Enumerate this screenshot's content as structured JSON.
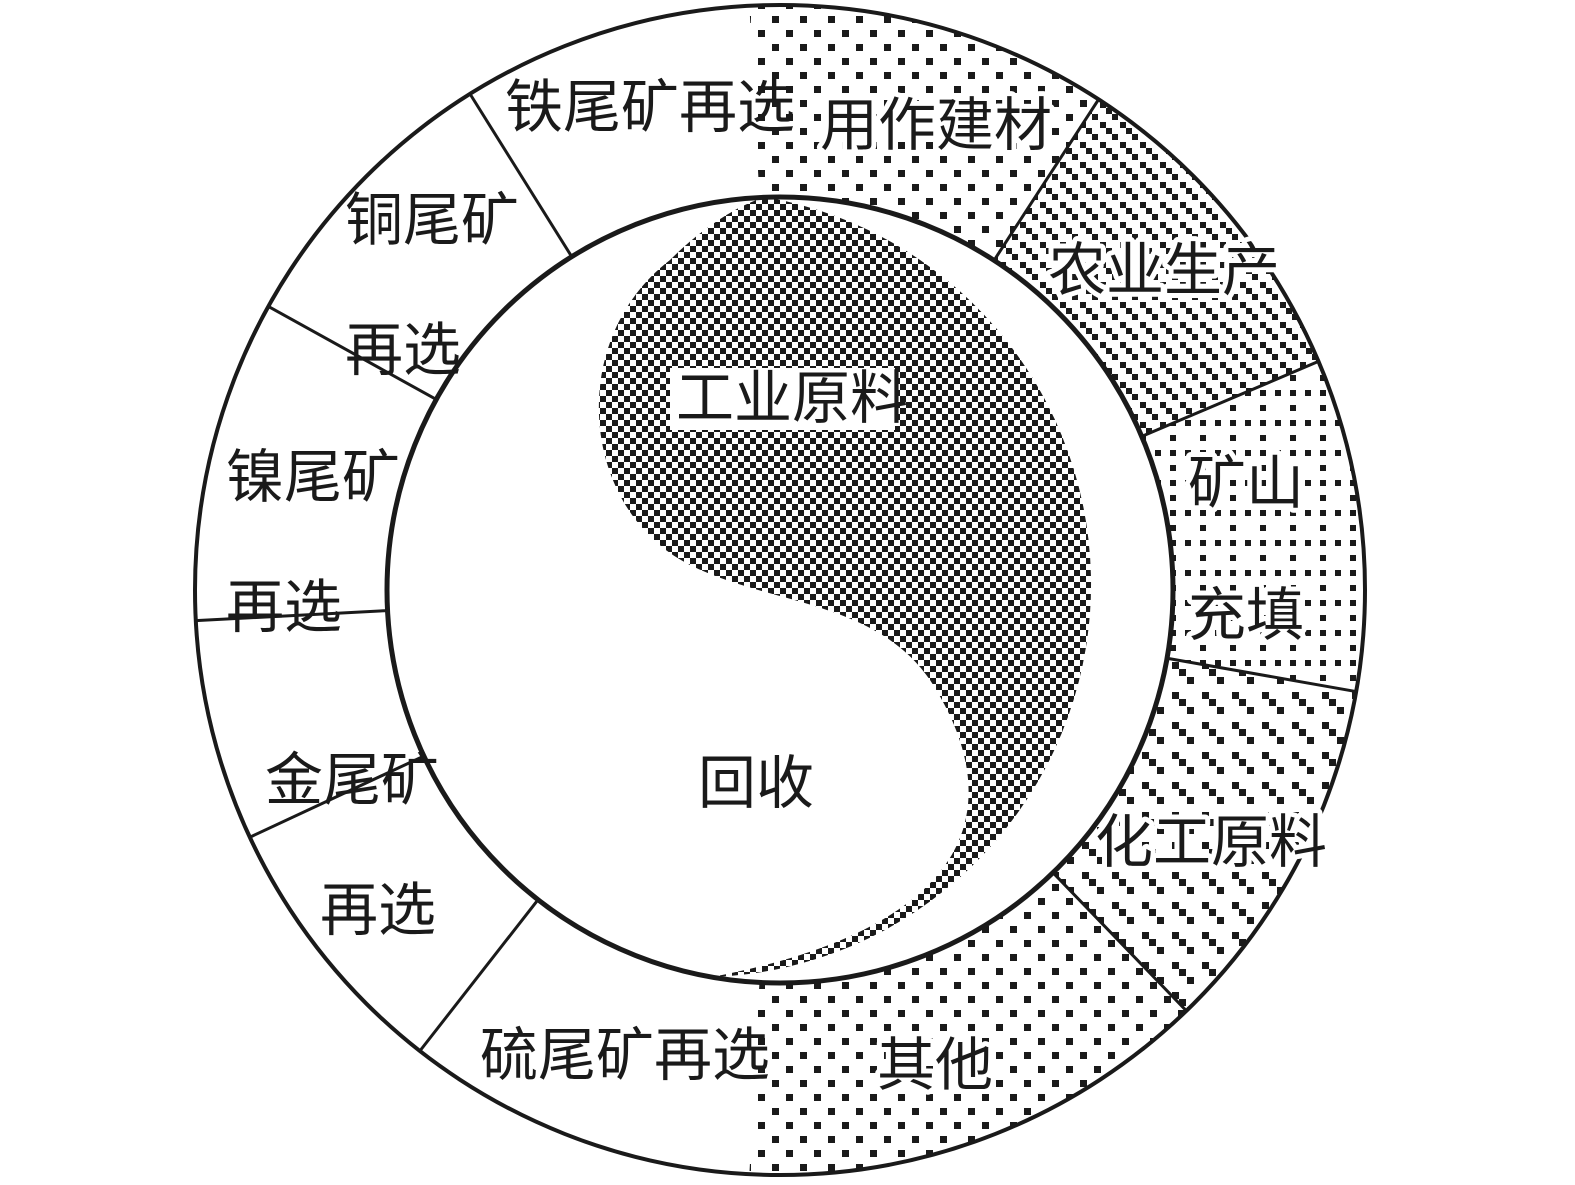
{
  "diagram": {
    "core": {
      "industrial_label": "工业原料",
      "recovery_label": "回收"
    },
    "outer_ring": {
      "iron": "铁尾矿再选",
      "copper_line1": "铜尾矿",
      "copper_line2": "再选",
      "nickel_line1": "镍尾矿",
      "nickel_line2": "再选",
      "gold_line1": "金尾矿",
      "gold_line2": "再选",
      "sulfur": "硫尾矿再选",
      "other": "其他",
      "chemical": "化工原料",
      "mine_fill_line1": "矿山",
      "mine_fill_line2": "充填",
      "agriculture": "农业生产",
      "building": "用作建材"
    },
    "colors": {
      "ink": "#1a1a1a",
      "background": "#ffffff"
    }
  }
}
